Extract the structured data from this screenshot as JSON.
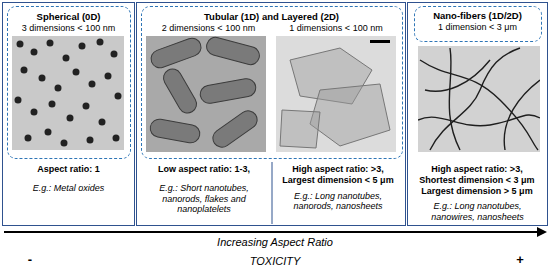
{
  "diagram": {
    "nodes": [
      {
        "text": [
          "Aspect ratio: 1",
          "E.g.: Metal oxides"
        ]
      },
      {
        "text": [
          "Spherical (0D)",
          "3 dimensions < 100 nm"
        ],
        "in": 0
      },
      {
        "text": [
          "Low aspect ratio: 1-3,",
          "E.g.: Short nanotubes, nanorods, flakes and nanoplatelets",
          "High aspect ratio: >3, Largest dimension < 5 μm",
          "E.g.: Long nanotubes, nanorods, nanosheets"
        ]
      },
      {
        "text": [
          "Tubular (1D) and Layered (2D)",
          "2 dimensions < 100 nm",
          "1 dimensions < 100 nm"
        ],
        "in": 2
      },
      {
        "text": [
          "High aspect ratio: >3, Shortest dimension < 3 μm Largest dimension > 5 μm",
          "E.g.: Long nanotubes, nanowires, nanosheets"
        ]
      },
      {
        "text": [
          "Nano-fibers (1D/2D)",
          "1 dimension < 3 μm"
        ],
        "in": 4
      }
    ],
    "labels": [
      "Increasing Aspect Ratio",
      "-",
      "TOXICITY",
      "+"
    ]
  }
}
